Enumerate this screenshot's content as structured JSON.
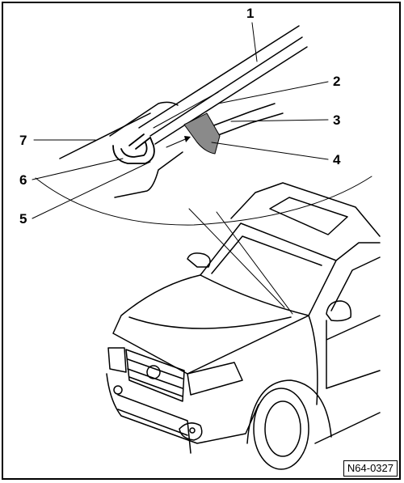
{
  "figure": {
    "reference_code": "N64-0327",
    "callouts": [
      "1",
      "2",
      "3",
      "4",
      "5",
      "6",
      "7"
    ]
  },
  "colors": {
    "line": "#000000",
    "background": "#ffffff",
    "component_4_fill": "#8a8a8a"
  }
}
